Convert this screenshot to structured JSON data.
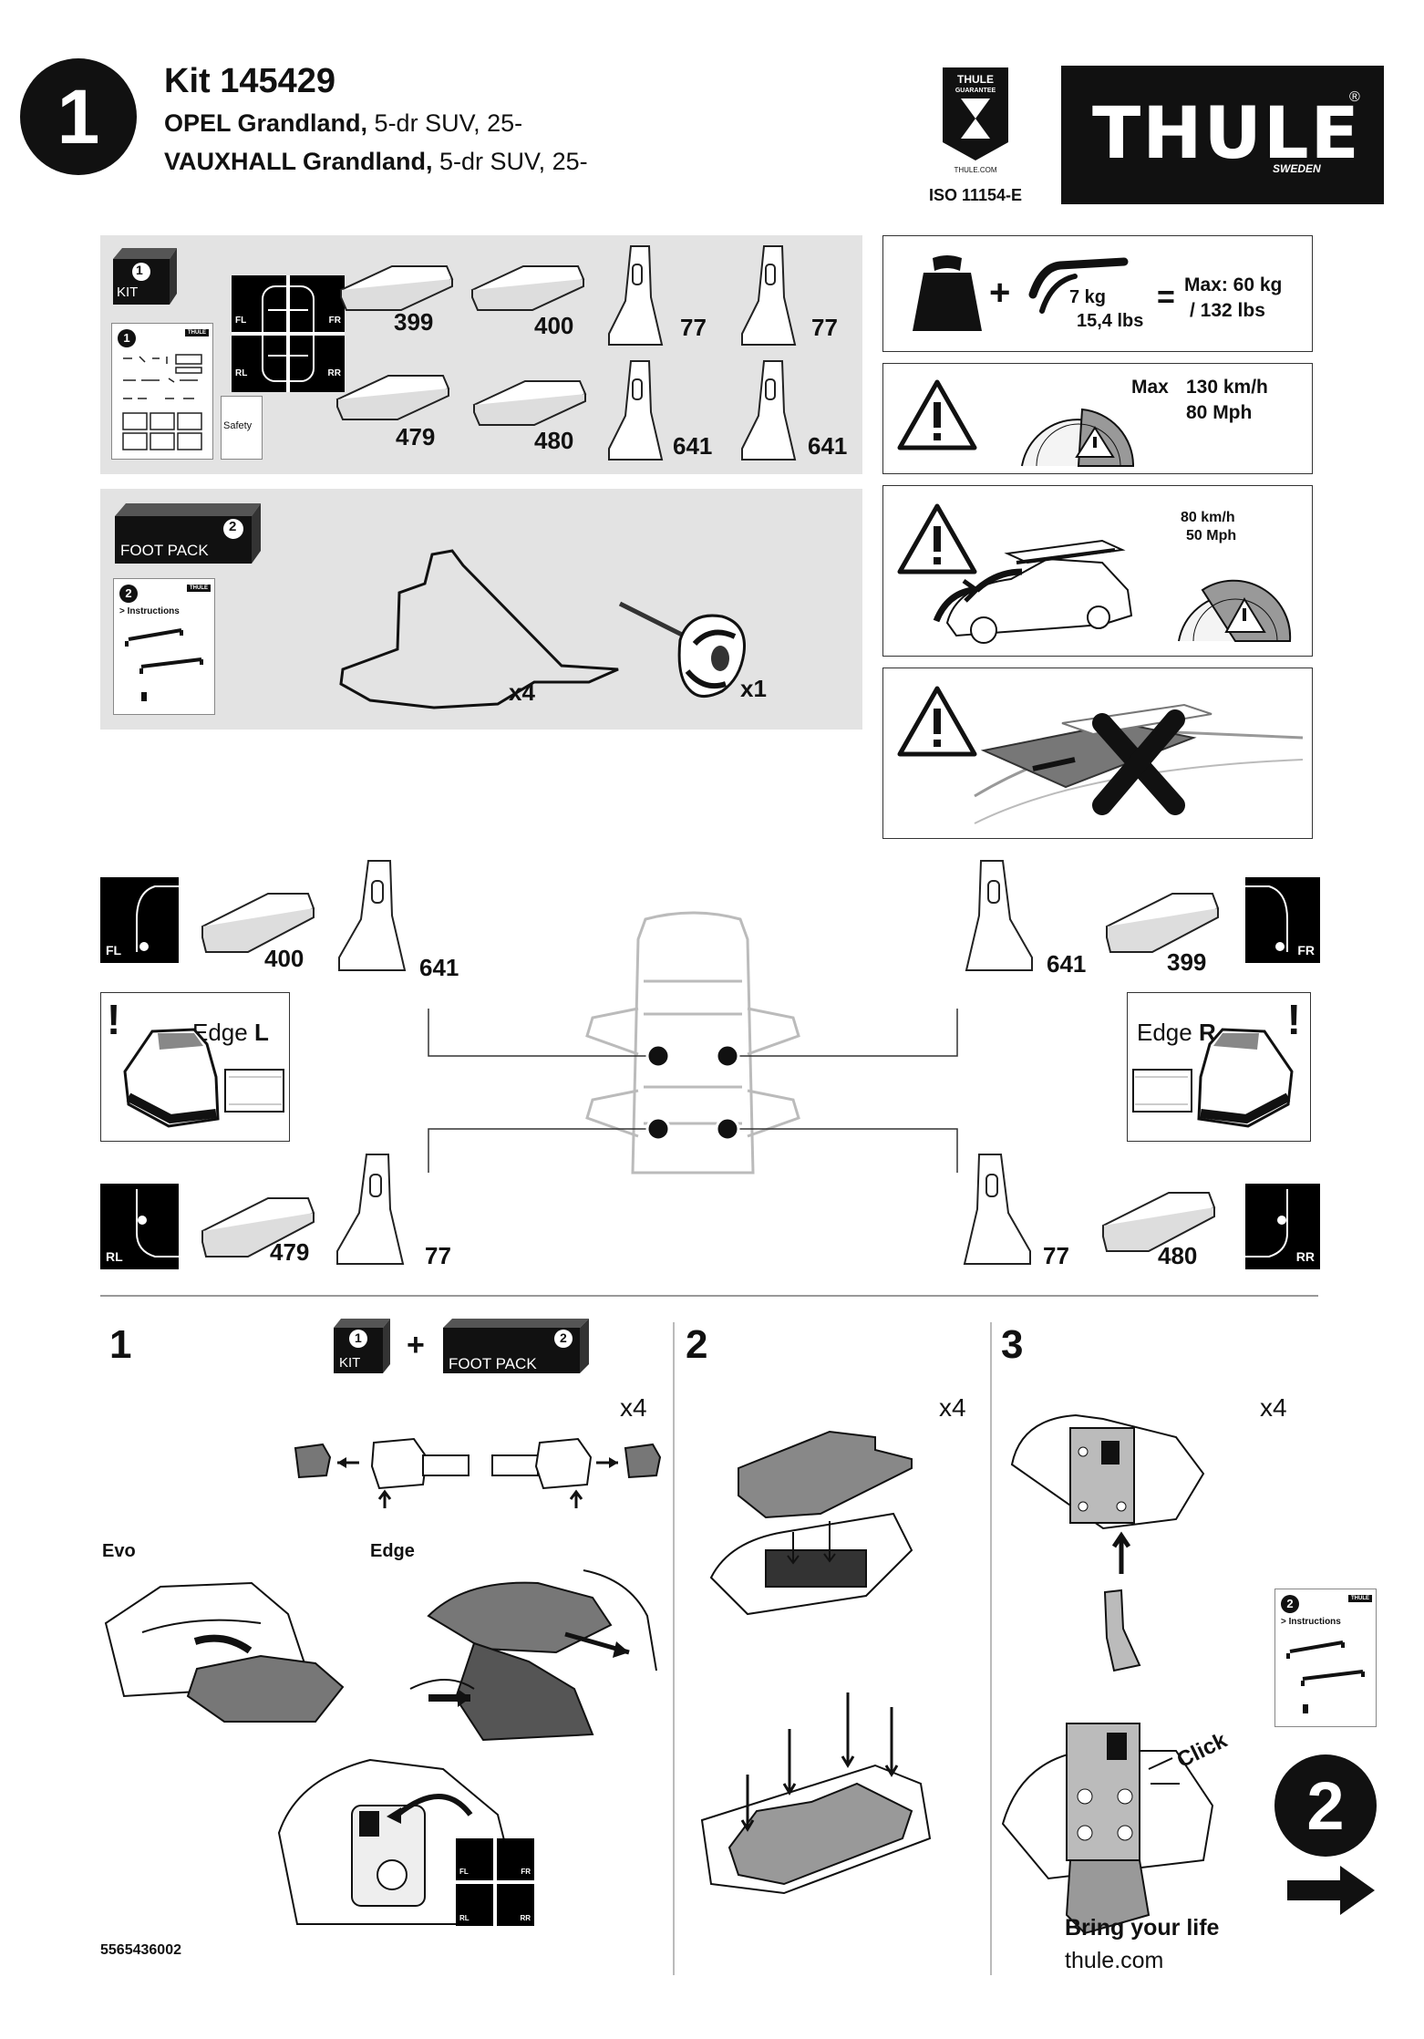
{
  "header": {
    "step_number": "1",
    "kit_title": "Kit 145429",
    "line1_brand": "OPEL Grandland,",
    "line1_rest": " 5-dr SUV, 25-",
    "line2_brand": "VAUXHALL Grandland,",
    "line2_rest": " 5-dr SUV, 25-",
    "guarantee_top": "THULE",
    "guarantee_word": "GUARANTEE",
    "guarantee_site": "THULE.COM",
    "iso": "ISO 11154-E",
    "logo_text": "THULE",
    "logo_reg": "®",
    "logo_sub": "SWEDEN"
  },
  "kit_panel": {
    "badge_num": "1",
    "badge_label": "KIT",
    "booklet_num": "1",
    "booklet_logo": "THULE",
    "safety": "Safety",
    "pos_labels": [
      "FL",
      "FR",
      "RL",
      "RR"
    ],
    "pads": [
      "399",
      "400",
      "479",
      "480"
    ],
    "brackets": [
      "77",
      "77",
      "641",
      "641"
    ]
  },
  "foot_pack_panel": {
    "badge_num": "2",
    "badge_label": "FOOT PACK",
    "booklet_num": "2",
    "booklet_logo": "THULE",
    "booklet_text": "> Instructions",
    "pad_qty": "x4",
    "key_qty": "x1"
  },
  "safety_panels": {
    "weight": "7 kg",
    "weight_lbs": "15,4 lbs",
    "max_load": "Max: 60 kg",
    "max_load_lbs": "/ 132 lbs",
    "max_label": "Max",
    "speed_kmh": "130 km/h",
    "speed_mph": "80 Mph",
    "wind_kmh": "80 km/h",
    "wind_mph": "50 Mph"
  },
  "placement": {
    "fl": {
      "pos": "FL",
      "pad": "400",
      "bracket": "641"
    },
    "fr": {
      "pos": "FR",
      "pad": "399",
      "bracket": "641"
    },
    "rl": {
      "pos": "RL",
      "pad": "479",
      "bracket": "77"
    },
    "rr": {
      "pos": "RR",
      "pad": "480",
      "bracket": "77"
    },
    "edge_l_word": "Edge ",
    "edge_l_side": "L",
    "edge_r_word": "Edge ",
    "edge_r_side": "R"
  },
  "steps": {
    "s1_num": "1",
    "s1_kit_num": "1",
    "s1_kit": "KIT",
    "s1_plus": "+",
    "s1_fp_num": "2",
    "s1_fp": "FOOT PACK",
    "s1_qty": "x4",
    "evo": "Evo",
    "edge": "Edge",
    "s2_num": "2",
    "s2_qty": "x4",
    "s3_num": "3",
    "s3_qty": "x4",
    "click": "Click",
    "booklet_num": "2",
    "booklet_logo": "THULE",
    "booklet_text": "> Instructions",
    "next_num": "2",
    "pos_labels": [
      "FL",
      "FR",
      "RL",
      "RR"
    ]
  },
  "footer": {
    "doc_number": "5565436002",
    "slogan": "Bring your life",
    "website": "thule.com"
  }
}
